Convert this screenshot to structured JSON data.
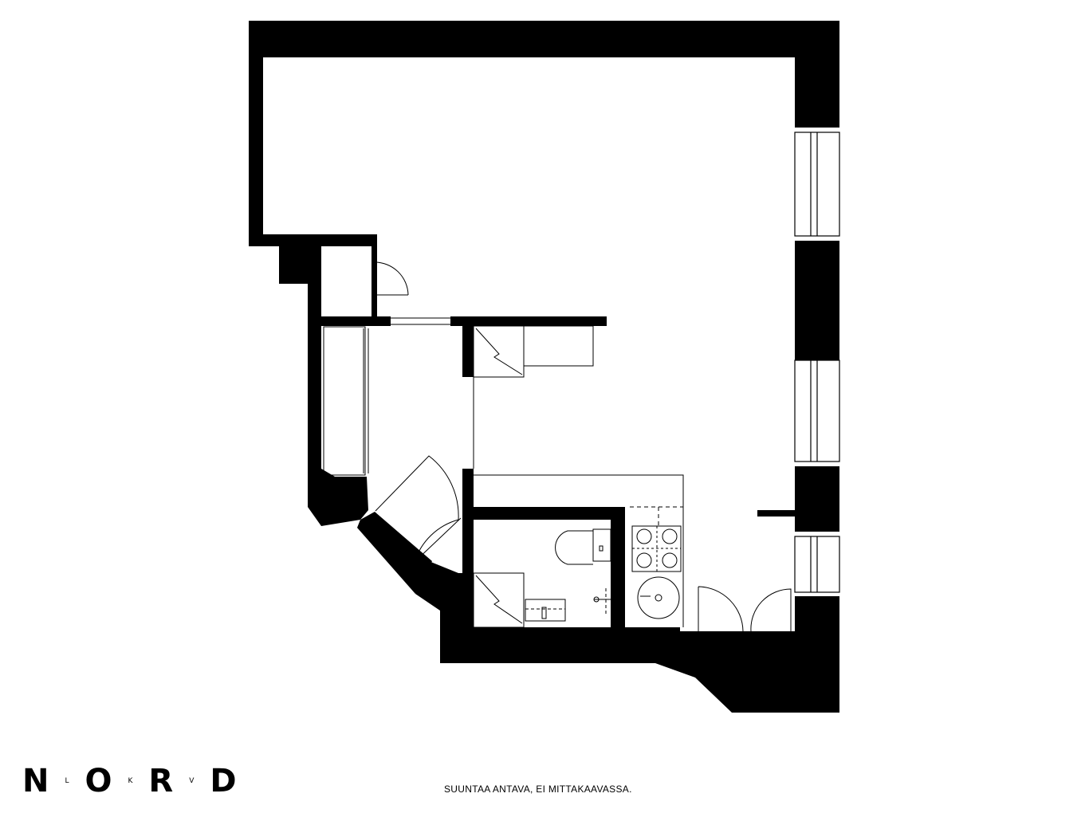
{
  "brand": {
    "letters": [
      "N",
      "L",
      "O",
      "K",
      "R",
      "V",
      "D"
    ]
  },
  "caption": "SUUNTAA ANTAVA, EI MITTAKAAVASSA.",
  "colors": {
    "wall": "#000000",
    "line": "#000000",
    "background": "#ffffff"
  }
}
